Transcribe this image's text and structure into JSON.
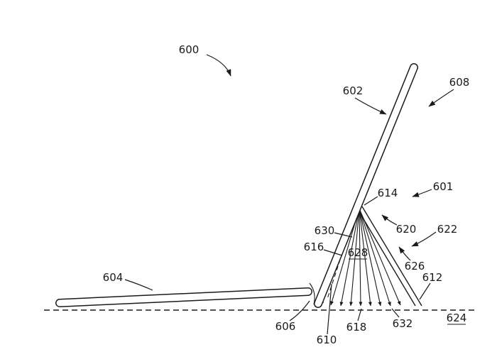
{
  "colors": {
    "ink": "#1a1a1a",
    "bg": "#ffffff"
  },
  "refs": {
    "600": "600",
    "601": "601",
    "602": "602",
    "604": "604",
    "606": "606",
    "608": "608",
    "610": "610",
    "612": "612",
    "614": "614",
    "616": "616",
    "618": "618",
    "620": "620",
    "622": "622",
    "624": "624",
    "626": "626",
    "628": "628",
    "630": "630",
    "632": "632"
  }
}
